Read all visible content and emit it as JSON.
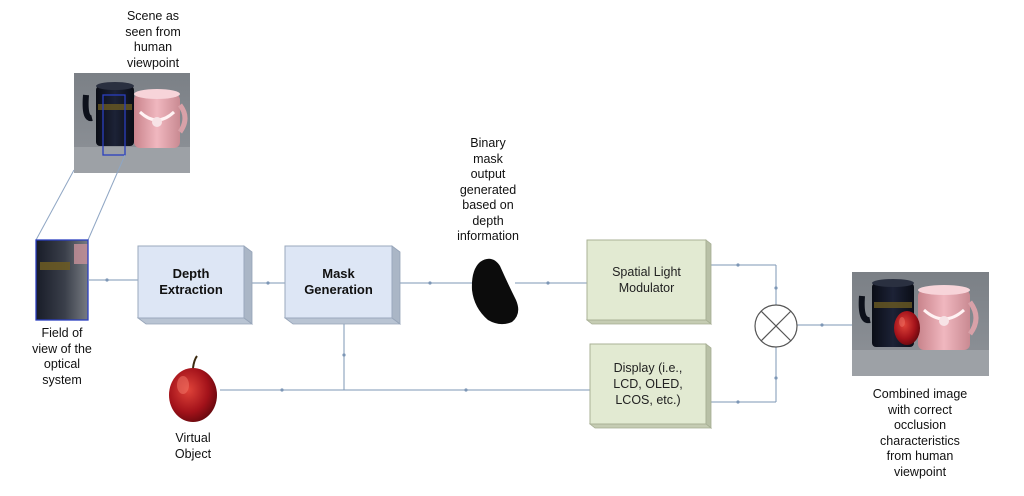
{
  "labels": {
    "scene": "Scene as\nseen from\nhuman\nviewpoint",
    "field_of_view": "Field of\nview of the\noptical\nsystem",
    "binary_mask": "Binary\nmask\noutput\ngenerated\nbased on\ndepth\ninformation",
    "virtual_object": "Virtual\nObject",
    "combined": "Combined image\nwith correct\nocclusion\ncharacteristics\nfrom human\nviewpoint"
  },
  "boxes": {
    "depth_extraction": "Depth\nExtraction",
    "mask_generation": "Mask\nGeneration",
    "spatial_light_modulator": "Spatial Light\nModulator",
    "display": "Display (i.e.,\nLCD, OLED,\nLCOS, etc.)"
  },
  "colors": {
    "processing_box": "#dde6f5",
    "optical_box": "#e2ead2",
    "connector": "#7d97b6"
  },
  "icons": {
    "combiner": "circle-x-icon"
  }
}
